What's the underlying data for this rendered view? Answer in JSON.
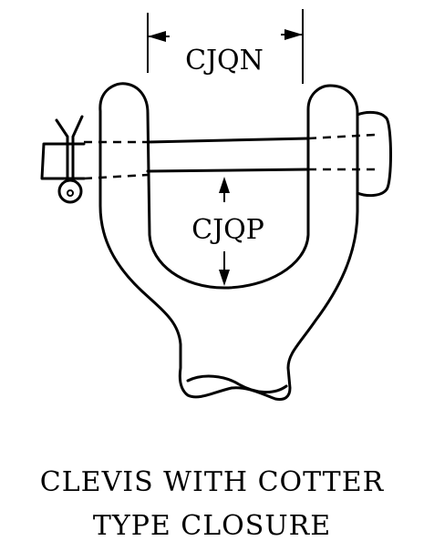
{
  "dimensions": {
    "width_label": "CJQN",
    "depth_label": "CJQP"
  },
  "caption": {
    "line1": "CLEVIS WITH COTTER",
    "line2": "TYPE CLOSURE"
  }
}
